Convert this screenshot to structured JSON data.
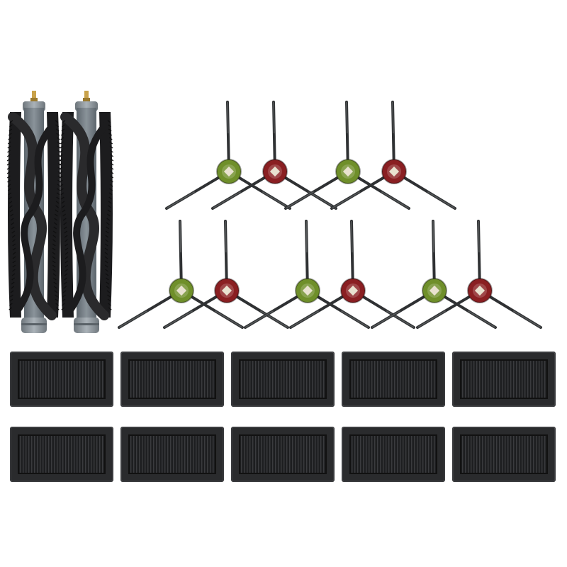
{
  "product_image": {
    "main_brushes": {
      "count": 2,
      "icon": "roller-brush-icon",
      "colors": {
        "rubber": "#1c1c1e",
        "core": "#6f7880",
        "bristle": "#2a2a2c",
        "end_cap": "#8c949a",
        "pin": "#c9a24a"
      }
    },
    "side_brushes": {
      "count": 10,
      "icon": "three-arm-side-brush-icon",
      "hub_colors": [
        "#6f8f2a",
        "#8a1f22"
      ],
      "arm_color": "#2f3133"
    },
    "filters": {
      "count": 10,
      "icon": "hepa-filter-icon",
      "colors": {
        "frame": "#2a2b2d",
        "media": "#1d1e20",
        "pleat_line": "#3a3b3e"
      }
    }
  }
}
